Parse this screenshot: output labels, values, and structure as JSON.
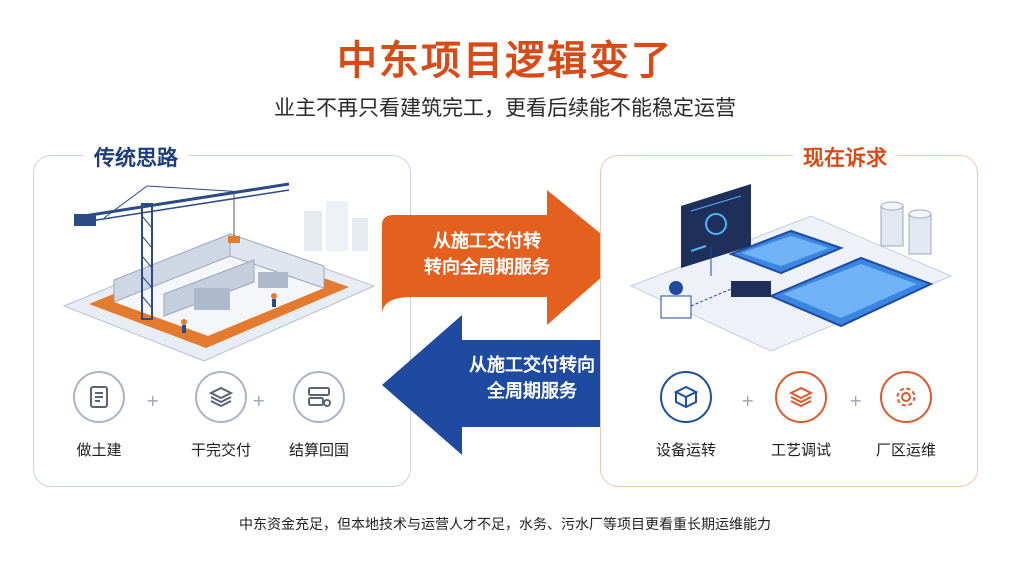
{
  "title": "中东项目逻辑变了",
  "subtitle": "业主不再只看建筑完工，更看后续能不能稳定运营",
  "left_panel": {
    "title": "传统思路",
    "items": [
      {
        "label": "做土建",
        "icon": "document-icon"
      },
      {
        "label": "干完交付",
        "icon": "layers-icon"
      },
      {
        "label": "结算回国",
        "icon": "server-icon"
      }
    ]
  },
  "right_panel": {
    "title": "现在诉求",
    "items": [
      {
        "label": "设备运转",
        "icon": "box-icon"
      },
      {
        "label": "工艺调试",
        "icon": "layers-icon"
      },
      {
        "label": "厂区运维",
        "icon": "gear-icon"
      }
    ]
  },
  "arrows": {
    "top_line1": "从施工交付转",
    "top_line2": "转向全周期服务",
    "bottom_line1": "从施工交付转向",
    "bottom_line2": "全周期服务"
  },
  "plus_sign": "+",
  "footer": "中东资金充足，但本地技术与运营人才不足，水务、污水厂等项目更看重长期运维能力",
  "colors": {
    "accent_orange": "#d94b16",
    "accent_blue": "#1c4fa0",
    "navy": "#1c3c7c"
  }
}
